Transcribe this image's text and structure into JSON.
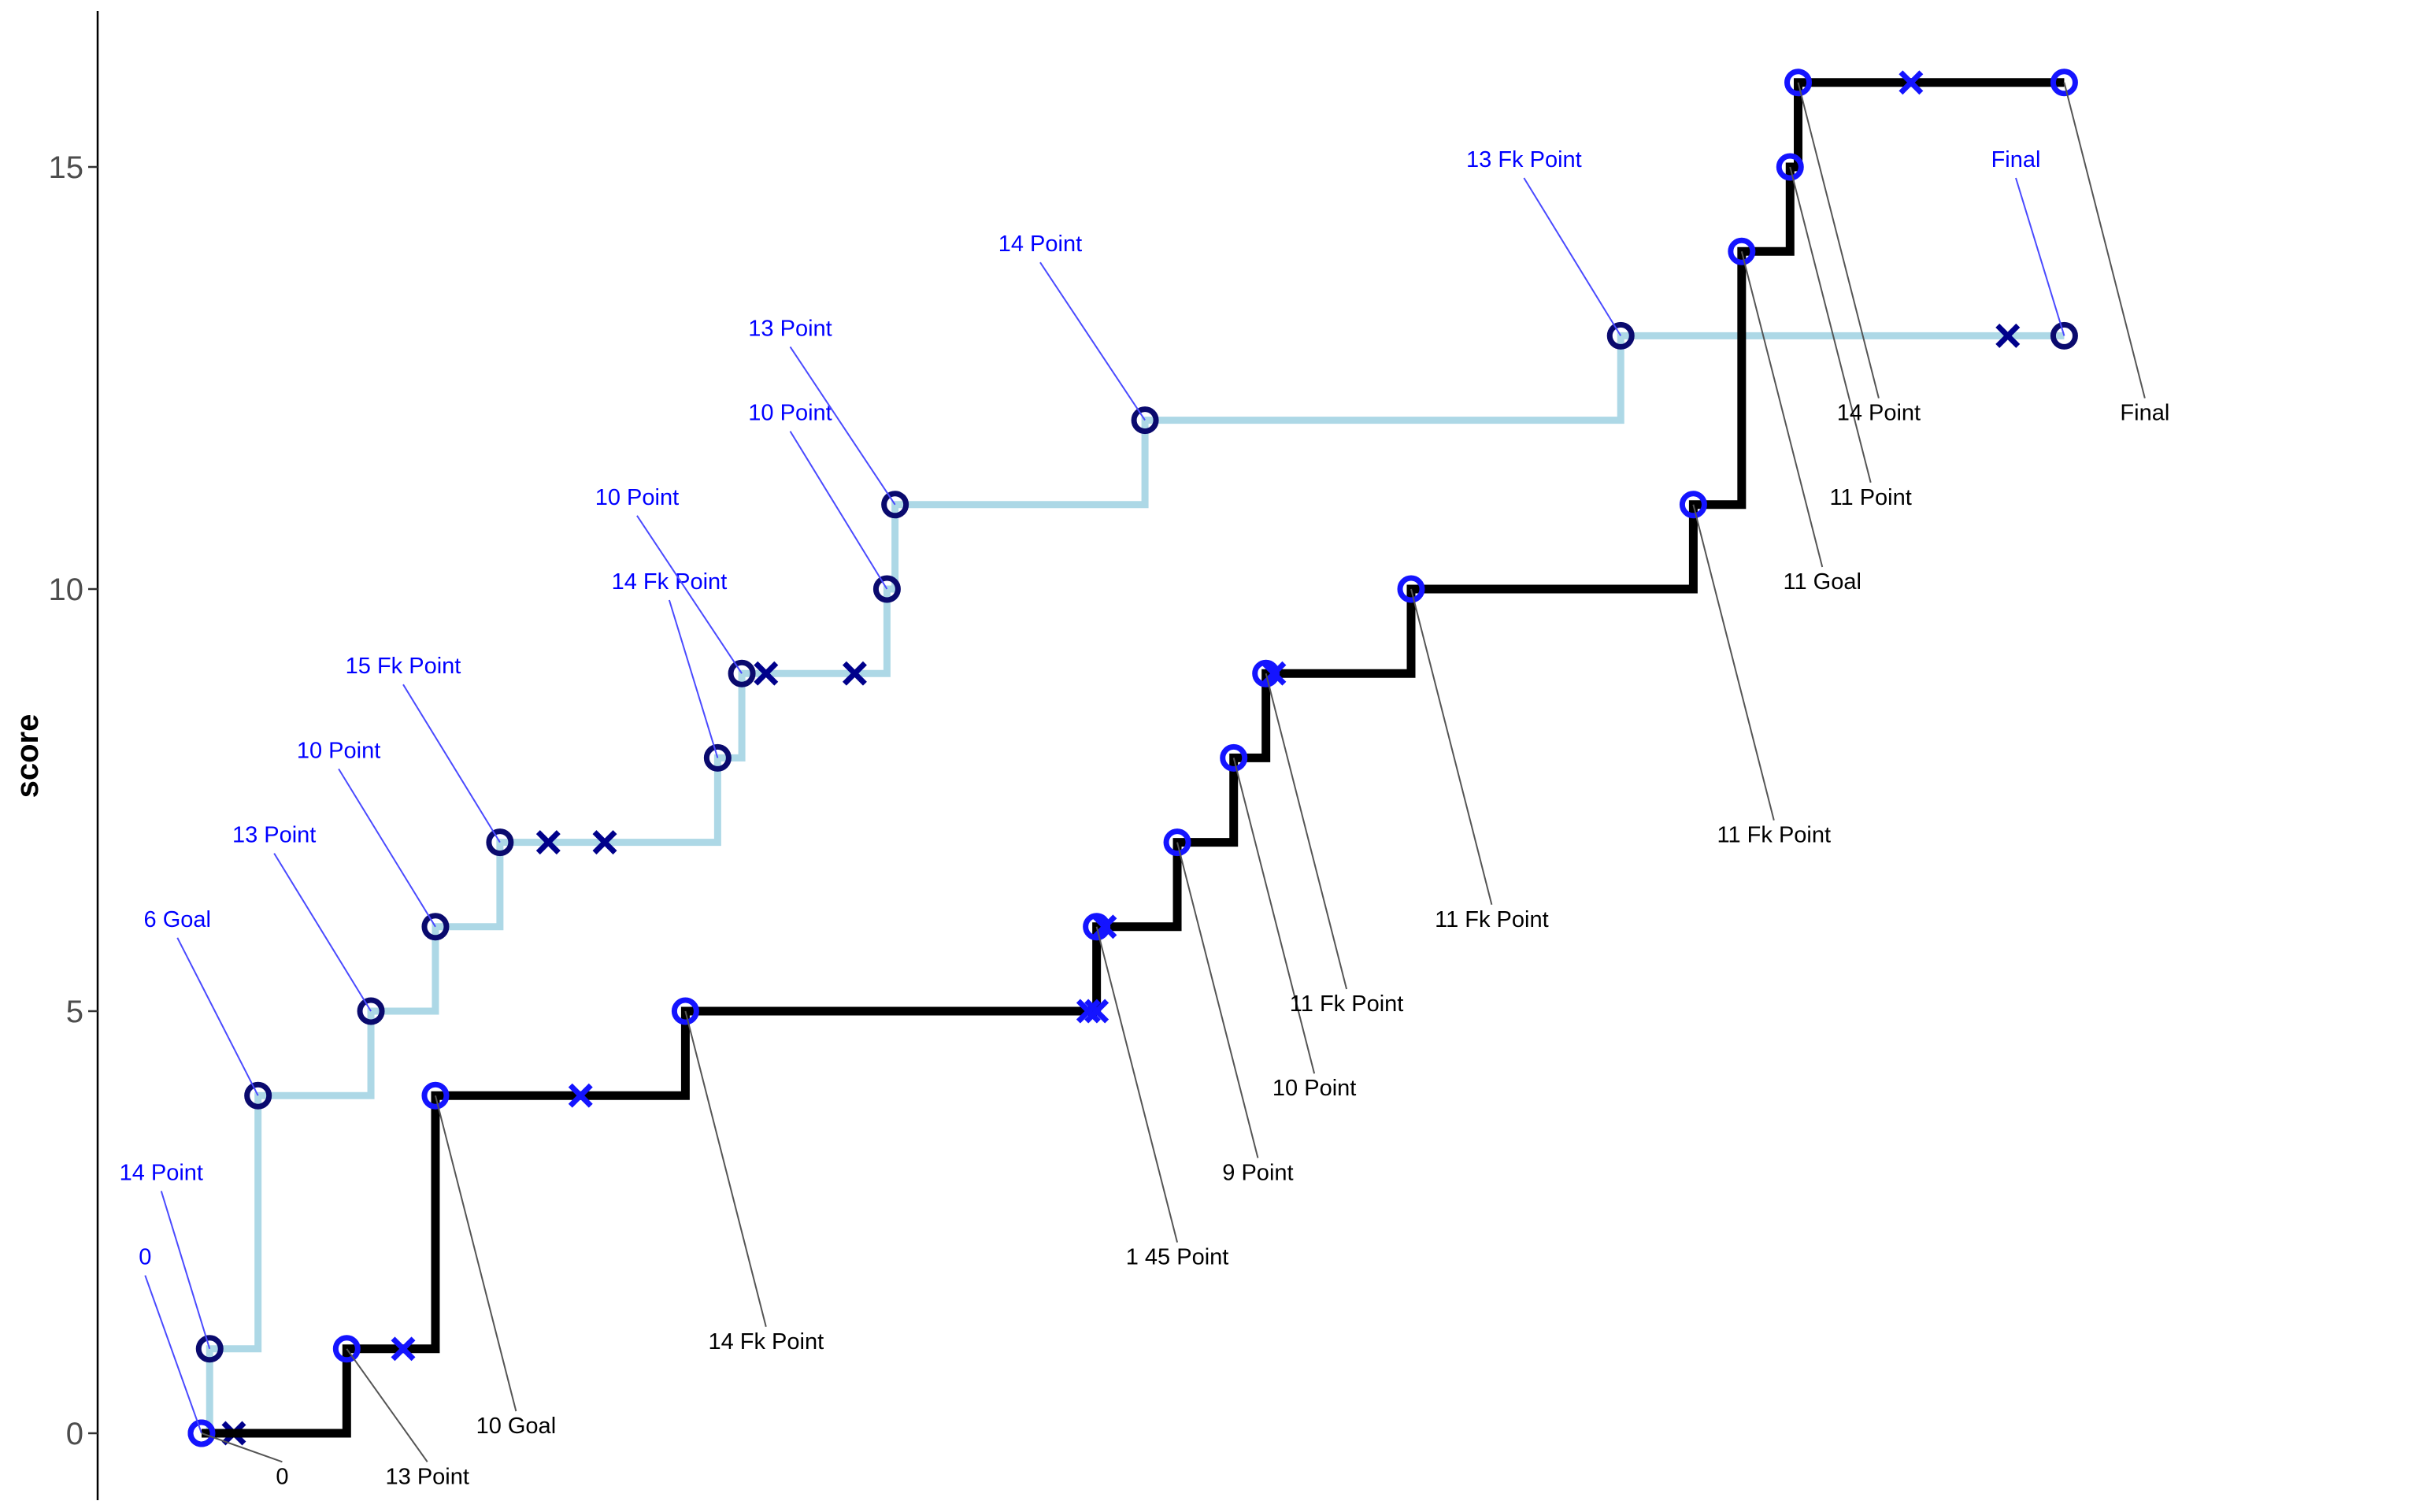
{
  "chart_data": {
    "type": "line",
    "xlabel": "",
    "ylabel": "score",
    "ylim": [
      -0.8,
      16.8
    ],
    "y_ticks": [
      0,
      5,
      10,
      15
    ],
    "grid": false,
    "legend": "none",
    "series": [
      {
        "color": "#add8e6",
        "label_color": "#0000ff",
        "points": [
          {
            "x": 0.0,
            "y": 0,
            "label": "0",
            "lx": -0.07,
            "ly": 2.0
          },
          {
            "x": 0.01,
            "y": 1,
            "label": "14 Point",
            "lx": -0.05,
            "ly": 3.0
          },
          {
            "x": 0.07,
            "y": 4,
            "label": "6 Goal",
            "lx": -0.03,
            "ly": 6.0
          },
          {
            "x": 0.21,
            "y": 5,
            "label": "13 Point",
            "lx": 0.09,
            "ly": 7.0
          },
          {
            "x": 0.29,
            "y": 6,
            "label": "10 Point",
            "lx": 0.17,
            "ly": 8.0
          },
          {
            "x": 0.37,
            "y": 7,
            "label": "15 Fk Point",
            "lx": 0.25,
            "ly": 9.0
          },
          {
            "x": 0.64,
            "y": 8,
            "label": "14 Fk Point",
            "lx": 0.58,
            "ly": 10.0
          },
          {
            "x": 0.67,
            "y": 9,
            "label": "10 Point",
            "lx": 0.54,
            "ly": 11.0
          },
          {
            "x": 0.85,
            "y": 10,
            "label": "10 Point",
            "lx": 0.73,
            "ly": 12.0
          },
          {
            "x": 0.86,
            "y": 11,
            "label": "13 Point",
            "lx": 0.73,
            "ly": 13.0
          },
          {
            "x": 1.17,
            "y": 12,
            "label": "14 Point",
            "lx": 1.04,
            "ly": 14.0
          },
          {
            "x": 1.76,
            "y": 13,
            "label": "13 Fk Point",
            "lx": 1.64,
            "ly": 15.0
          },
          {
            "x": 2.31,
            "y": 13,
            "label": "Final",
            "lx": 2.25,
            "ly": 15.0
          }
        ],
        "misses": [
          [
            0.04,
            0
          ],
          [
            0.43,
            7
          ],
          [
            0.5,
            7
          ],
          [
            0.7,
            9
          ],
          [
            0.81,
            9
          ],
          [
            2.24,
            13
          ]
        ]
      },
      {
        "color": "#000000",
        "label_color": "#000000",
        "points": [
          {
            "x": 0.0,
            "y": 0,
            "label": "0",
            "lx": 0.1,
            "ly": -0.6
          },
          {
            "x": 0.18,
            "y": 1,
            "label": "13 Point",
            "lx": 0.28,
            "ly": -0.6
          },
          {
            "x": 0.29,
            "y": 4,
            "label": "10 Goal",
            "lx": 0.39,
            "ly": 0.0
          },
          {
            "x": 0.6,
            "y": 5,
            "label": "14 Fk Point",
            "lx": 0.7,
            "ly": 1.0
          },
          {
            "x": 1.11,
            "y": 6,
            "label": "1 45 Point",
            "lx": 1.21,
            "ly": 2.0
          },
          {
            "x": 1.21,
            "y": 7,
            "label": "9 Point",
            "lx": 1.31,
            "ly": 3.0
          },
          {
            "x": 1.28,
            "y": 8,
            "label": "10 Point",
            "lx": 1.38,
            "ly": 4.0
          },
          {
            "x": 1.32,
            "y": 9,
            "label": "11 Fk Point",
            "lx": 1.42,
            "ly": 5.0
          },
          {
            "x": 1.5,
            "y": 10,
            "label": "11 Fk Point",
            "lx": 1.6,
            "ly": 6.0
          },
          {
            "x": 1.85,
            "y": 11,
            "label": "11 Fk Point",
            "lx": 1.95,
            "ly": 7.0
          },
          {
            "x": 1.91,
            "y": 14,
            "label": "11 Goal",
            "lx": 2.01,
            "ly": 10.0
          },
          {
            "x": 1.97,
            "y": 15,
            "label": "11 Point",
            "lx": 2.07,
            "ly": 11.0
          },
          {
            "x": 1.98,
            "y": 16,
            "label": "14 Point",
            "lx": 2.08,
            "ly": 12.0
          },
          {
            "x": 2.31,
            "y": 16,
            "label": "Final",
            "lx": 2.41,
            "ly": 12.0
          }
        ],
        "misses": [
          [
            0.25,
            1
          ],
          [
            0.47,
            4
          ],
          [
            1.1,
            5
          ],
          [
            1.11,
            5
          ],
          [
            1.12,
            6
          ],
          [
            1.33,
            9
          ],
          [
            2.12,
            16
          ]
        ]
      }
    ]
  }
}
